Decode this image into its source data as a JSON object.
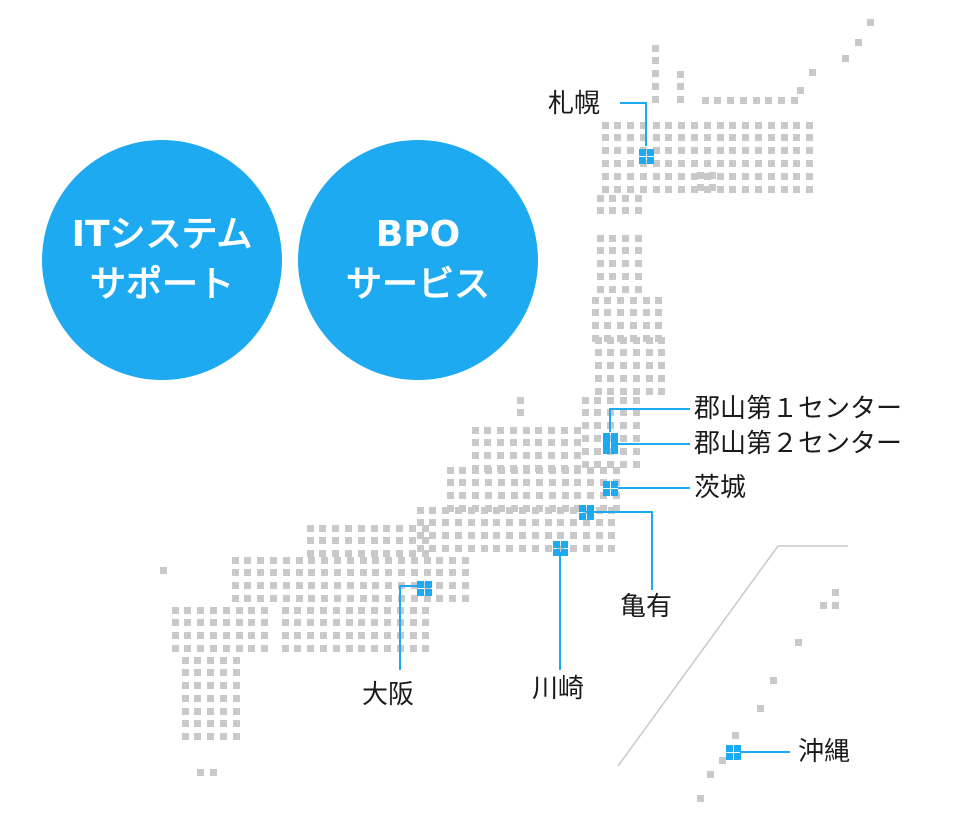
{
  "services": {
    "it": {
      "line1": "ITシステム",
      "line2": "サポート"
    },
    "bpo": {
      "line1": "BPO",
      "line2": "サービス"
    }
  },
  "locations": {
    "sapporo": "札幌",
    "koriyama1": "郡山第１センター",
    "koriyama2": "郡山第２センター",
    "ibaraki": "茨城",
    "kameari": "亀有",
    "kawasaki": "川崎",
    "osaka": "大阪",
    "okinawa": "沖縄"
  },
  "colors": {
    "dot": "#c9c9c9",
    "highlight": "#1eaaf1",
    "circle": "#1eaaf1",
    "divider": "#c8c8c8",
    "text": "#1a1a1a"
  }
}
